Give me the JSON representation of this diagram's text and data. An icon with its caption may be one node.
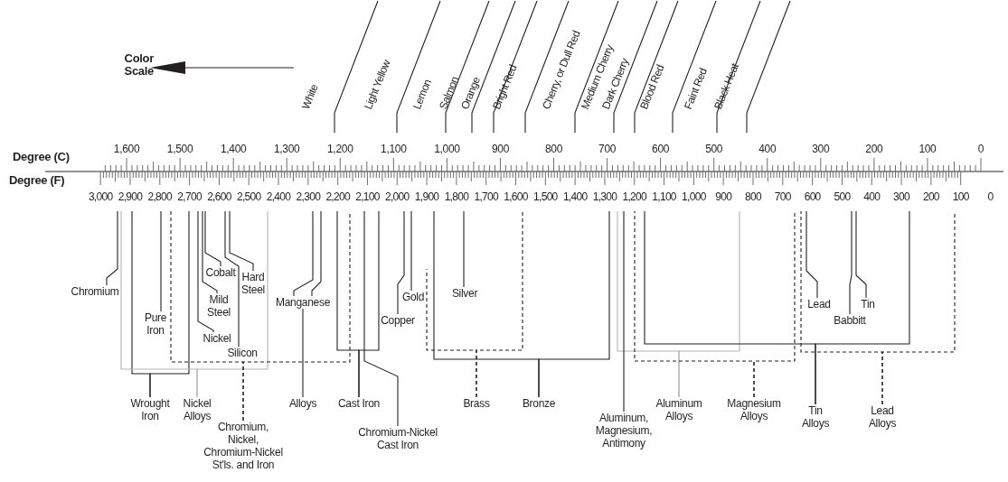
{
  "diagram": {
    "nodes": [
      {
        "text": [
          "White"
        ]
      },
      {
        "text": [
          "Light Yellow"
        ]
      },
      {
        "text": [
          "Lemon"
        ]
      },
      {
        "text": [
          "Salmon"
        ]
      },
      {
        "text": [
          "Orange"
        ]
      },
      {
        "text": [
          "Bright Red"
        ]
      },
      {
        "text": [
          "Cherry, or Dull Red"
        ]
      },
      {
        "text": [
          "Medium Cherry"
        ]
      },
      {
        "text": [
          "Dark Cherry"
        ]
      },
      {
        "text": [
          "Blood Red"
        ]
      },
      {
        "text": [
          "Faint Red"
        ]
      },
      {
        "text": [
          "Black Heat"
        ]
      },
      {
        "text": [
          "Chromium"
        ]
      },
      {
        "text": [
          "Mild Steel"
        ]
      },
      {
        "text": [
          "Cobalt"
        ]
      },
      {
        "text": [
          "Manganese"
        ]
      },
      {
        "text": [
          "Gold"
        ]
      },
      {
        "text": [
          "Silver"
        ]
      },
      {
        "text": [
          "Lead"
        ]
      },
      {
        "text": [
          "Tin"
        ]
      },
      {
        "text": [
          "Pure Iron"
        ]
      },
      {
        "text": [
          "Nickel"
        ]
      },
      {
        "text": [
          "Hard Steel"
        ]
      },
      {
        "text": [
          "Copper"
        ]
      },
      {
        "text": [
          "Babbitt"
        ]
      },
      {
        "text": [
          "Silicon"
        ]
      },
      {
        "text": [
          "Wrought Iron"
        ]
      },
      {
        "text": [
          "Nickel Alloys"
        ]
      },
      {
        "text": [
          "Cast Iron"
        ]
      },
      {
        "text": [
          "Brass"
        ]
      },
      {
        "text": [
          "Bronze"
        ]
      },
      {
        "text": [
          "Aluminum Alloys"
        ]
      },
      {
        "text": [
          "Magnesium Alloys"
        ]
      },
      {
        "text": [
          "Alloys"
        ]
      },
      {
        "text": [
          "Tin Alloys"
        ]
      },
      {
        "text": [
          "Lead Alloys"
        ]
      },
      {
        "text": [
          "Chromium-Nickel Cast Iron"
        ]
      },
      {
        "text": [
          "Aluminum, Magnesium, Antimony"
        ]
      },
      {
        "text": [
          "Chromium, Nickel, Chromium-Nickel St'ls. and Iron"
        ]
      }
    ],
    "edges": [
      {
        "from": 0,
        "to": null,
        "arrow": "none"
      },
      {
        "from": 1,
        "to": null,
        "arrow": "none"
      },
      {
        "from": 2,
        "to": null,
        "arrow": "none"
      },
      {
        "from": 3,
        "to": null,
        "arrow": "none"
      },
      {
        "from": 4,
        "to": null,
        "arrow": "none"
      },
      {
        "from": 5,
        "to": null,
        "arrow": "none"
      },
      {
        "from": 6,
        "to": null,
        "arrow": "none"
      },
      {
        "from": 7,
        "to": null,
        "arrow": "none"
      },
      {
        "from": 8,
        "to": null,
        "arrow": "none"
      },
      {
        "from": 9,
        "to": null,
        "arrow": "none"
      },
      {
        "from": 10,
        "to": null,
        "arrow": "none"
      },
      {
        "from": 11,
        "to": null,
        "arrow": "none"
      },
      {
        "from": 12,
        "to": null,
        "arrow": "none"
      },
      {
        "from": 13,
        "to": null,
        "arrow": "none"
      },
      {
        "from": 14,
        "to": null,
        "arrow": "none"
      },
      {
        "from": 15,
        "to": null,
        "arrow": "none"
      },
      {
        "from": 15,
        "to": null,
        "arrow": "none"
      },
      {
        "from": 16,
        "to": null,
        "arrow": "none"
      },
      {
        "from": 17,
        "to": null,
        "arrow": "none"
      },
      {
        "from": 18,
        "to": null,
        "arrow": "none"
      },
      {
        "from": 19,
        "to": null,
        "arrow": "none"
      },
      {
        "from": 20,
        "to": null,
        "arrow": "none"
      },
      {
        "from": 21,
        "to": null,
        "arrow": "none"
      },
      {
        "from": 22,
        "to": null,
        "arrow": "none"
      },
      {
        "from": 23,
        "to": null,
        "arrow": "none"
      },
      {
        "from": 24,
        "to": null,
        "arrow": "none"
      },
      {
        "from": 25,
        "to": null,
        "arrow": "none"
      },
      {
        "from": 26,
        "to": null,
        "arrow": "none"
      },
      {
        "from": 26,
        "to": null,
        "arrow": "none"
      },
      {
        "from": 27,
        "to": null,
        "arrow": "none",
        "color": "#b3b3b3"
      },
      {
        "from": 27,
        "to": null,
        "arrow": "none",
        "color": "#b3b3b3"
      },
      {
        "from": 28,
        "to": null,
        "arrow": "none"
      },
      {
        "from": 28,
        "to": null,
        "arrow": "none"
      },
      {
        "from": 29,
        "to": null,
        "arrow": "none",
        "style": "dashed"
      },
      {
        "from": 29,
        "to": null,
        "arrow": "none",
        "style": "dashed"
      },
      {
        "from": 30,
        "to": null,
        "arrow": "none"
      },
      {
        "from": 30,
        "to": null,
        "arrow": "none"
      },
      {
        "from": 31,
        "to": null,
        "arrow": "none",
        "color": "#b3b3b3"
      },
      {
        "from": 31,
        "to": null,
        "arrow": "none",
        "color": "#b3b3b3"
      },
      {
        "from": 32,
        "to": null,
        "arrow": "none",
        "style": "dashed"
      },
      {
        "from": 32,
        "to": null,
        "arrow": "none",
        "style": "dashed"
      },
      {
        "from": 33,
        "to": 15,
        "arrow": "none"
      },
      {
        "from": 34,
        "to": null,
        "arrow": "none"
      },
      {
        "from": 34,
        "to": null,
        "arrow": "none"
      },
      {
        "from": 35,
        "to": null,
        "arrow": "none",
        "style": "dashed"
      },
      {
        "from": 35,
        "to": null,
        "arrow": "none",
        "style": "dashed"
      },
      {
        "from": 36,
        "to": null,
        "arrow": "none"
      },
      {
        "from": 37,
        "to": null,
        "arrow": "none"
      },
      {
        "from": 38,
        "to": null,
        "arrow": "none",
        "style": "dashed"
      },
      {
        "from": 38,
        "to": null,
        "arrow": "none",
        "style": "dashed"
      }
    ],
    "labels": [
      "Color Scale",
      "Degree (C)",
      "1,600",
      "1,500",
      "1,400",
      "1,300",
      "1,200",
      "1,100",
      "1,000",
      "900",
      "800",
      "700",
      "600",
      "500",
      "400",
      "300",
      "200",
      "100",
      "0",
      "Degree (F)",
      "3,000",
      "2,900",
      "2,800",
      "2,700",
      "2,600",
      "2,500",
      "2,400",
      "2,300",
      "2,200",
      "2,100",
      "2,000",
      "1,900",
      "1,800",
      "1,700",
      "1,600",
      "1,500",
      "1,400",
      "1,300",
      "1,200",
      "1,100",
      "1,000",
      "900",
      "800",
      "700",
      "600",
      "500",
      "400",
      "300",
      "200",
      "100",
      "0"
    ]
  }
}
